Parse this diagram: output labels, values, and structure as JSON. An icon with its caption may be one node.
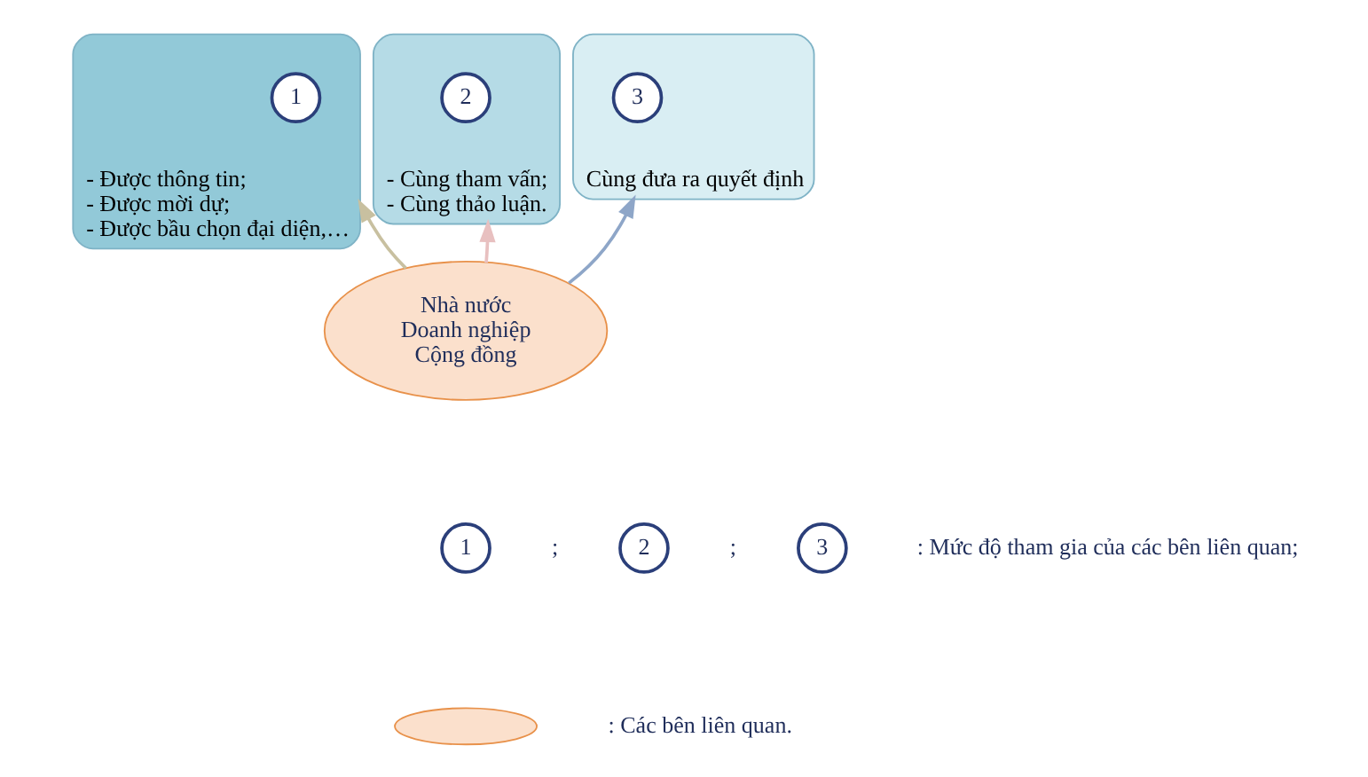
{
  "diagram": {
    "nodes": [
      {
        "text": [
          "- Được thông tin;",
          "- Được mời dự;",
          "- Được bầu chọn đại diện,…"
        ]
      },
      {
        "text": [
          "1"
        ],
        "in": 0
      },
      {
        "text": [
          "- Cùng tham vấn;",
          "- Cùng thảo luận."
        ]
      },
      {
        "text": [
          "2"
        ],
        "in": 2
      },
      {
        "text": [
          "Cùng đưa ra quyết định"
        ]
      },
      {
        "text": [
          "3"
        ],
        "in": 4
      },
      {
        "text": [
          "Nhà nước",
          "Doanh nghiệp",
          "Cộng đồng"
        ]
      },
      {
        "text": [
          "1"
        ]
      },
      {
        "text": [
          "2"
        ]
      },
      {
        "text": [
          "3"
        ]
      },
      {
        "text": [],
        "shape": "ellipse"
      }
    ],
    "edges": [
      {
        "from": 6,
        "to": 0,
        "arrow": "to",
        "color": "#c8c0a0"
      },
      {
        "from": 6,
        "to": 2,
        "arrow": "to",
        "color": "#e8c0c0"
      },
      {
        "from": 6,
        "to": 4,
        "arrow": "to",
        "color": "#8ea6c8"
      }
    ],
    "labels": [
      ";",
      ";"
    ],
    "legend": [
      {
        "text": ": Mức độ tham gia của các bên liên quan;"
      },
      {
        "text": ": Các bên liên quan."
      }
    ]
  }
}
